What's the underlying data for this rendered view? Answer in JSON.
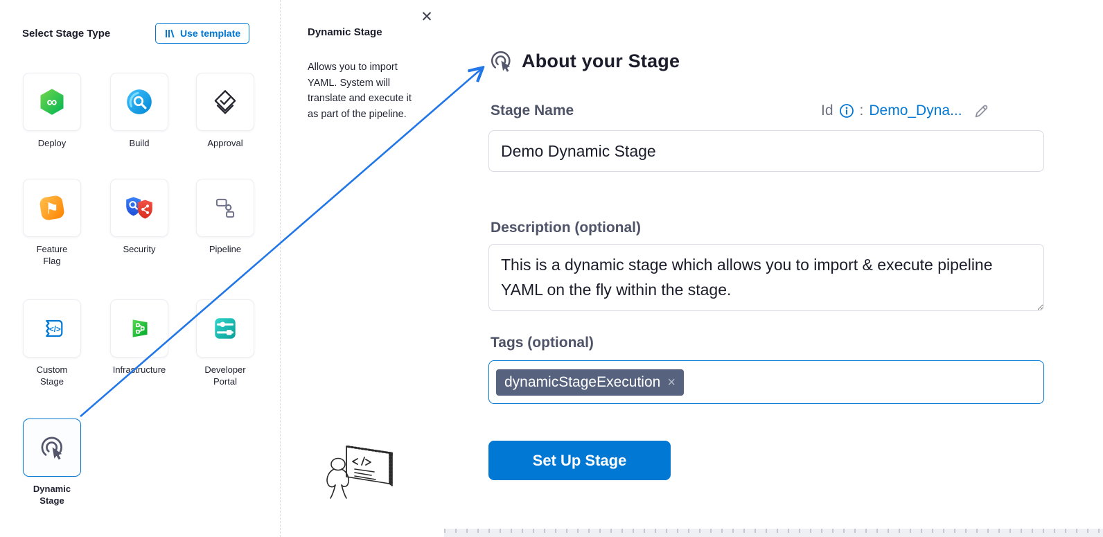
{
  "left_panel": {
    "title": "Select Stage Type",
    "use_template_label": "Use template",
    "stages": [
      {
        "label": "Deploy",
        "icon": "deploy-icon",
        "selected": false
      },
      {
        "label": "Build",
        "icon": "build-icon",
        "selected": false
      },
      {
        "label": "Approval",
        "icon": "approval-icon",
        "selected": false
      },
      {
        "label": "Feature\nFlag",
        "icon": "feature-flag-icon",
        "selected": false
      },
      {
        "label": "Security",
        "icon": "security-icon",
        "selected": false
      },
      {
        "label": "Pipeline",
        "icon": "pipeline-icon",
        "selected": false
      },
      {
        "label": "Custom\nStage",
        "icon": "custom-stage-icon",
        "selected": false
      },
      {
        "label": "Infrastructure",
        "icon": "infrastructure-icon",
        "selected": false
      },
      {
        "label": "Developer\nPortal",
        "icon": "developer-portal-icon",
        "selected": false
      },
      {
        "label": "Dynamic\nStage",
        "icon": "dynamic-stage-icon",
        "selected": true
      }
    ]
  },
  "info_panel": {
    "title": "Dynamic Stage",
    "body": "Allows you to import YAML. System will translate and execute it as part of the pipeline.",
    "close_glyph": "✕"
  },
  "form": {
    "heading": "About your Stage",
    "id_label": "Id",
    "id_colon": ":",
    "id_value": "Demo_Dyna...",
    "stage_name": {
      "label": "Stage Name",
      "value": "Demo Dynamic Stage"
    },
    "description": {
      "label": "Description (optional)",
      "value": "This is a dynamic stage which allows you to import & execute pipeline YAML on the fly within the stage."
    },
    "tags": {
      "label": "Tags (optional)",
      "chips": [
        {
          "text": "dynamicStageExecution",
          "remove_glyph": "×"
        }
      ]
    },
    "submit_label": "Set Up Stage"
  },
  "colors": {
    "accent_blue": "#0278d5",
    "arrow_blue": "#2176e8",
    "chip_bg": "#57627f",
    "label_slate": "#4e5368"
  }
}
